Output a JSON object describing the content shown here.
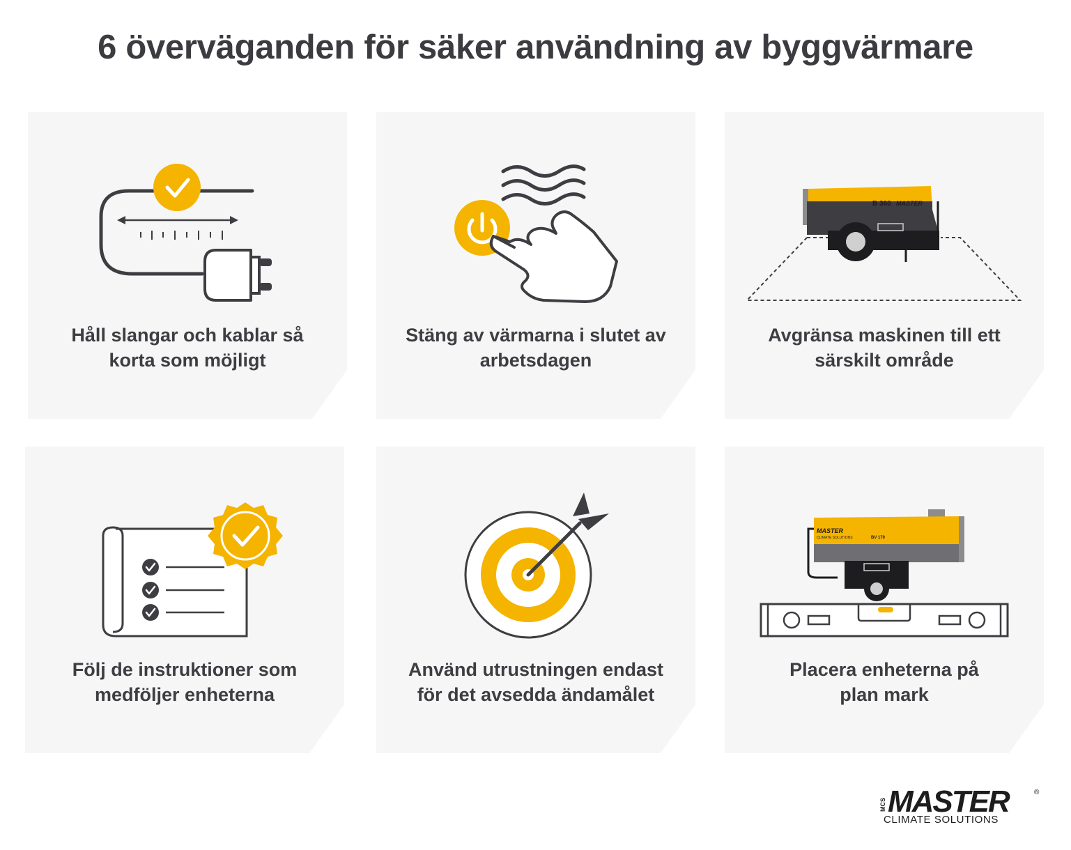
{
  "title": "6 överväganden för säker användning av byggvärmare",
  "colors": {
    "accent": "#f5b400",
    "dark": "#3d3d42",
    "card": "#f6f6f6"
  },
  "cards": [
    {
      "label": "Håll slangar och kablar så\nkorta som möjligt",
      "icon": "cable-plug-icon"
    },
    {
      "label": "Stäng av värmarna i slutet av\narbetsdagen",
      "icon": "power-button-hand-icon"
    },
    {
      "label": "Avgränsa maskinen till ett\nsärskilt område",
      "icon": "heater-area-icon",
      "heater_model": "B 360",
      "heater_brand": "MASTER"
    },
    {
      "label": "Följ de instruktioner som\nmedföljer enheterna",
      "icon": "checklist-badge-icon"
    },
    {
      "label": "Använd utrustningen endast\nför det avsedda ändamålet",
      "icon": "target-arrow-icon"
    },
    {
      "label": "Placera enheterna på\nplan mark",
      "icon": "heater-level-icon",
      "heater_model": "BV 170",
      "heater_brand": "MASTER",
      "heater_sub": "CLIMATE SOLUTIONS"
    }
  ],
  "brand": {
    "prefix": "MCS",
    "name": "MASTER",
    "registered": "®",
    "tagline": "CLIMATE SOLUTIONS"
  }
}
